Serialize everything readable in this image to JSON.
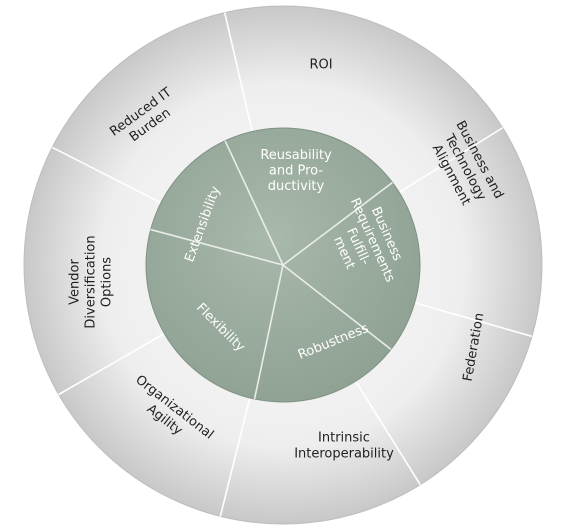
{
  "colors": {
    "outer_ring_light": "#f3f3f3",
    "outer_ring_dark": "#c9c9c9",
    "inner_disc": "#9fb0a3",
    "inner_disc_dark": "#879a8c",
    "outer_text": "#1f1f1f",
    "inner_text": "#ffffff"
  },
  "outer_ring": [
    {
      "lines": [
        "ROI"
      ]
    },
    {
      "lines": [
        "Business and",
        "Technology",
        "Alignment"
      ]
    },
    {
      "lines": [
        "Federation"
      ]
    },
    {
      "lines": [
        "Intrinsic",
        "Interoperability"
      ]
    },
    {
      "lines": [
        "Organizational",
        "Agility"
      ]
    },
    {
      "lines": [
        "Vendor",
        "Diversification",
        "Options"
      ]
    },
    {
      "lines": [
        "Reduced IT",
        "Burden"
      ]
    }
  ],
  "inner_circle": [
    {
      "lines": [
        "Reusability",
        "and Pro-",
        "ductivity"
      ]
    },
    {
      "lines": [
        "Business",
        "Requirements",
        "Fulfill-",
        "ment"
      ]
    },
    {
      "lines": [
        "Robustness"
      ]
    },
    {
      "lines": [
        "Flexibility"
      ]
    },
    {
      "lines": [
        "Extensibility"
      ]
    }
  ]
}
